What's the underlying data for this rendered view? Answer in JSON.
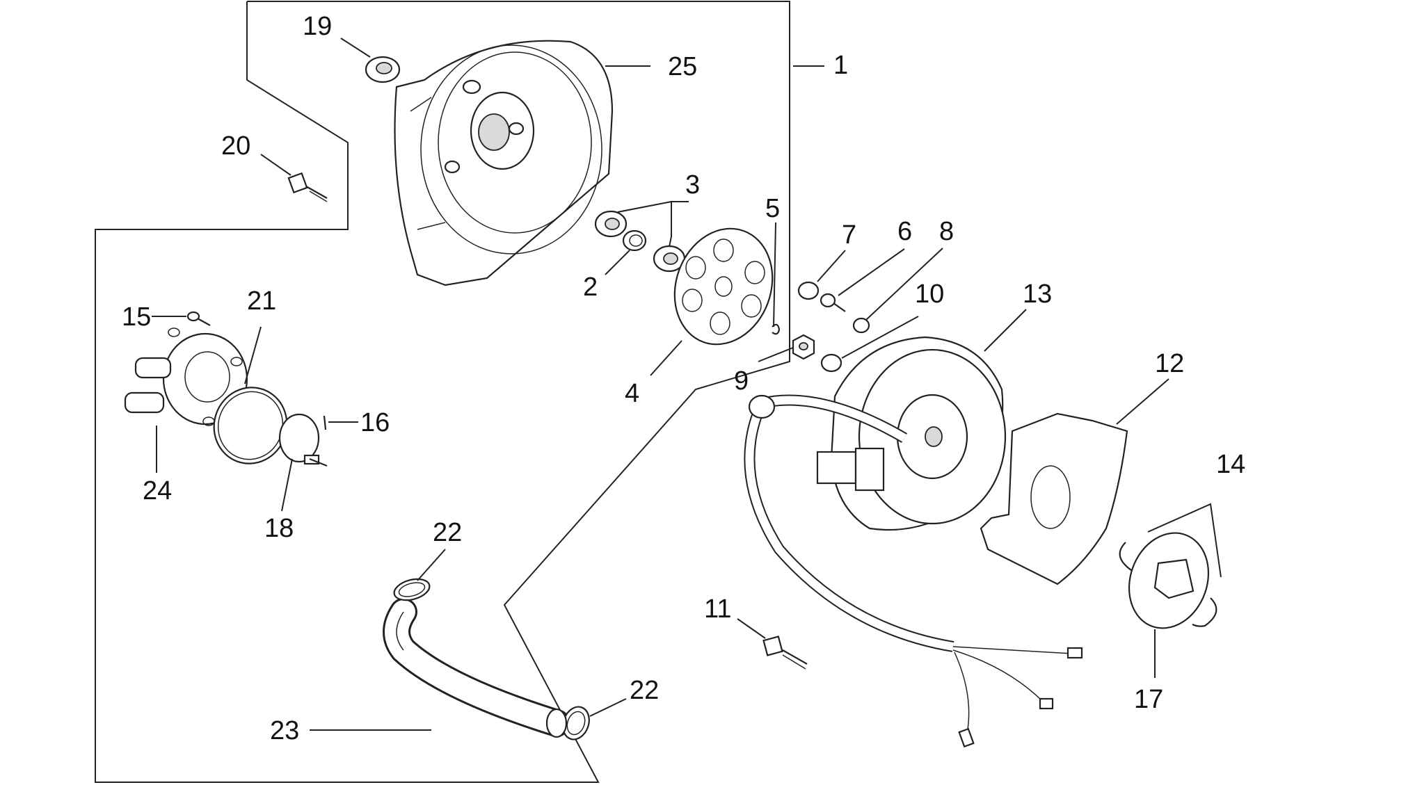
{
  "callouts": {
    "c1": "1",
    "c2": "2",
    "c3": "3",
    "c4": "4",
    "c5": "5",
    "c6": "6",
    "c7": "7",
    "c8": "8",
    "c9": "9",
    "c10": "10",
    "c11": "11",
    "c12": "12",
    "c13": "13",
    "c14": "14",
    "c15": "15",
    "c16": "16",
    "c17": "17",
    "c18": "18",
    "c19": "19",
    "c20": "20",
    "c21": "21",
    "c22a": "22",
    "c22b": "22",
    "c23": "23",
    "c24": "24",
    "c25": "25"
  },
  "colors": {
    "line": "#222222",
    "background": "#ffffff"
  }
}
